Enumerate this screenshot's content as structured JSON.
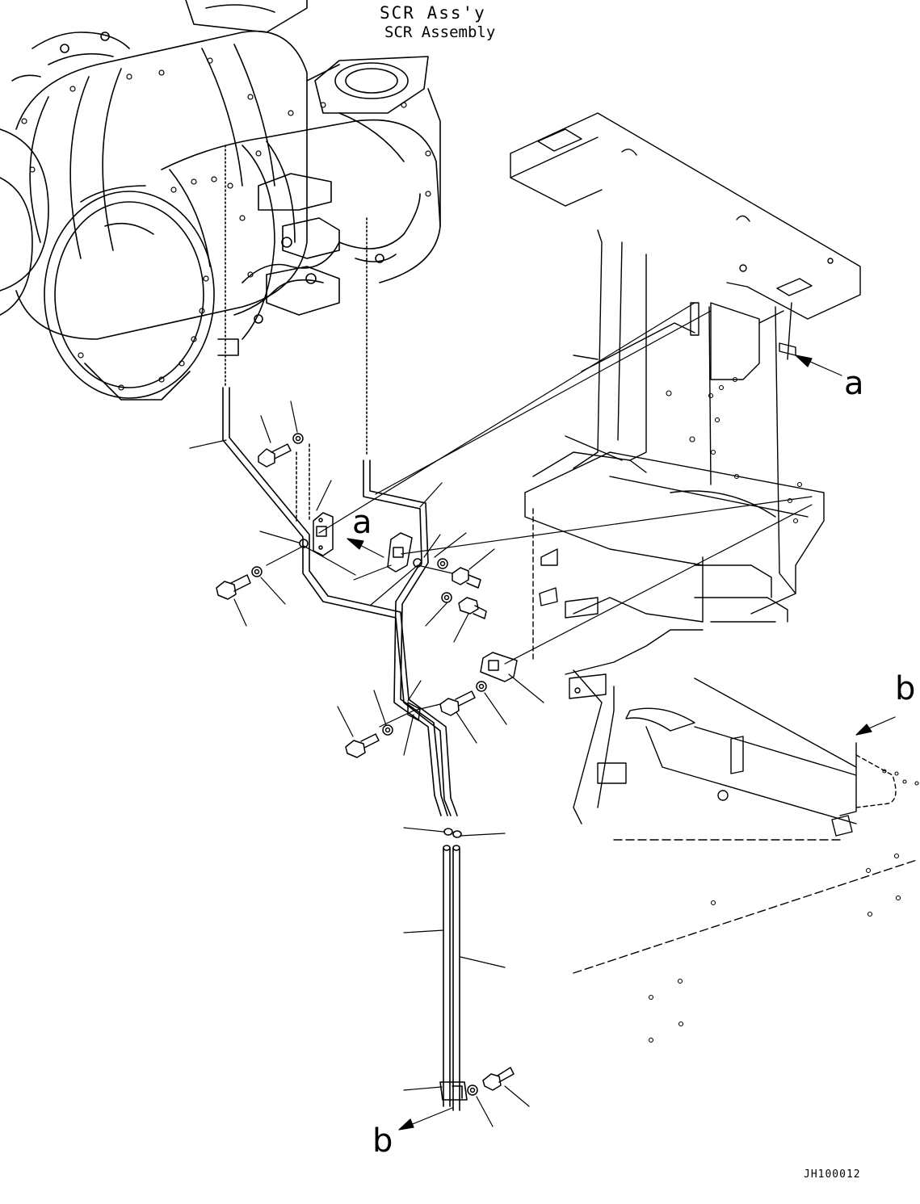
{
  "title": {
    "line1": "SCR Ass'y",
    "line2": "SCR Assembly"
  },
  "reference_marks": {
    "a": "a",
    "b": "b"
  },
  "drawing_code": "JH100012",
  "colors": {
    "ink": "#000000",
    "paper": "#ffffff"
  }
}
